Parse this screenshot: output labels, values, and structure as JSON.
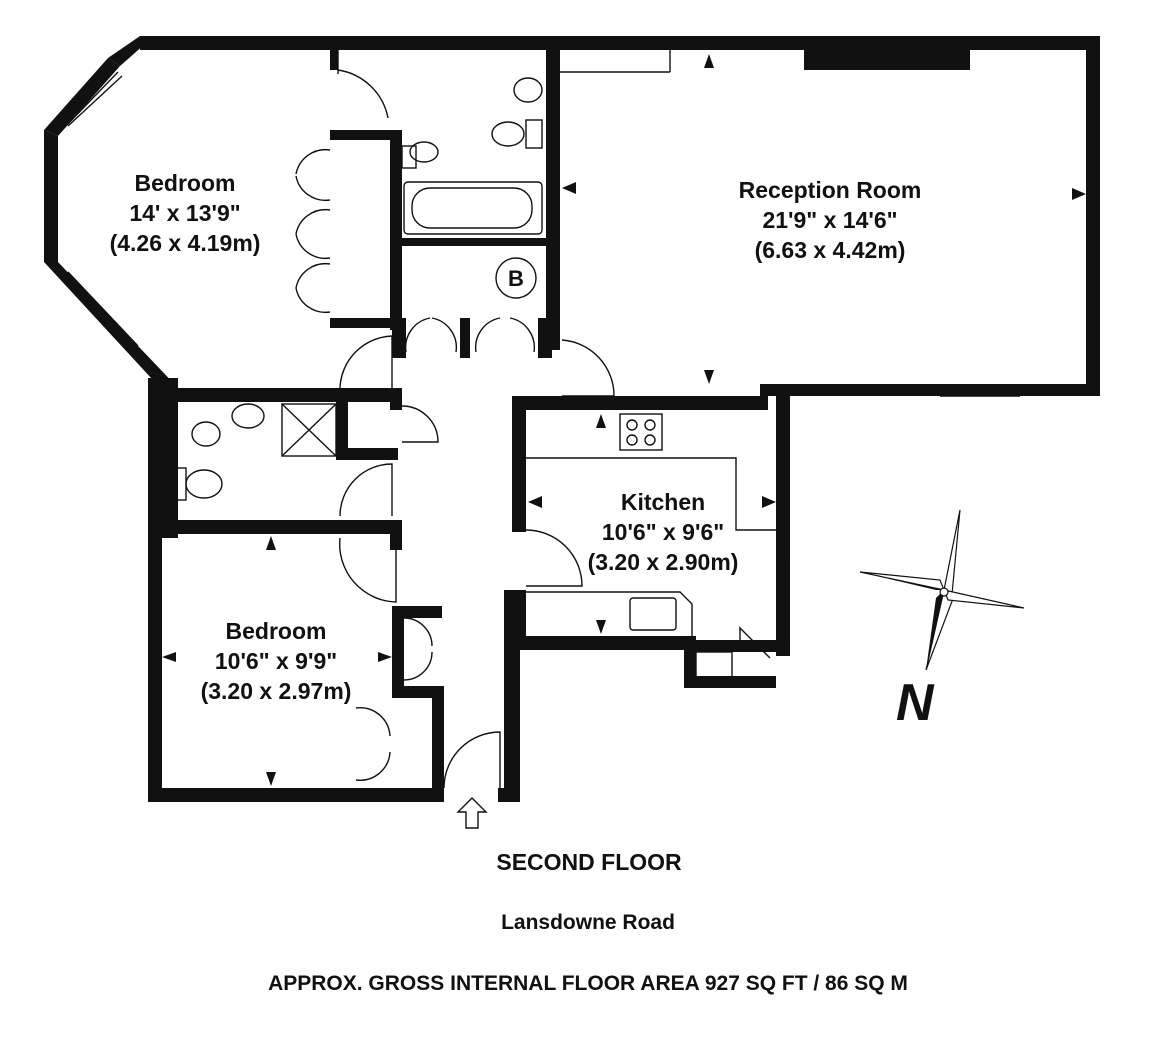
{
  "rooms": [
    {
      "name": "Bedroom",
      "dims_imperial": "14' x 13'9\"",
      "dims_metric": "(4.26 x 4.19m)"
    },
    {
      "name": "Reception Room",
      "dims_imperial": "21'9\" x 14'6\"",
      "dims_metric": "(6.63 x 4.42m)"
    },
    {
      "name": "Kitchen",
      "dims_imperial": "10'6\" x 9'6\"",
      "dims_metric": "(3.20 x 2.90m)"
    },
    {
      "name": "Bedroom",
      "dims_imperial": "10'6\" x 9'9\"",
      "dims_metric": "(3.20 x 2.97m)"
    }
  ],
  "boiler_label": "B",
  "compass_label": "N",
  "footer": {
    "floor": "SECOND FLOOR",
    "address": "Lansdowne Road",
    "area": "APPROX. GROSS INTERNAL FLOOR AREA 927 SQ FT / 86 SQ M"
  },
  "colors": {
    "walls": "#111111",
    "background": "#ffffff"
  }
}
